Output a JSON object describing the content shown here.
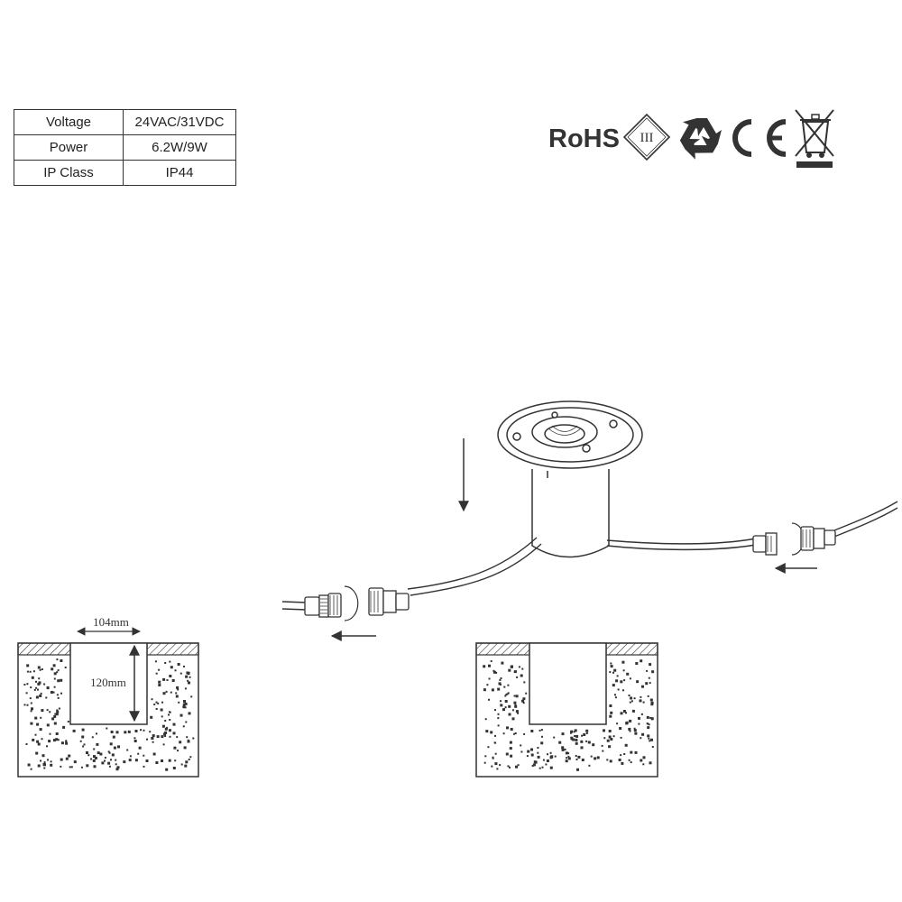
{
  "specs": {
    "rows": [
      {
        "key": "Voltage",
        "value": "24VAC/31VDC"
      },
      {
        "key": "Power",
        "value": "6.2W/9W"
      },
      {
        "key": "IP Class",
        "value": "IP44"
      }
    ]
  },
  "certifications": {
    "rohs": "RoHS",
    "class_iii": "III",
    "icons": [
      "rohs-logo",
      "class-iii-icon",
      "recycle-icon",
      "ce-mark-icon",
      "weee-bin-icon"
    ]
  },
  "dimensions": {
    "width": "104mm",
    "depth": "120mm"
  },
  "colors": {
    "line": "#333333",
    "background": "#ffffff"
  }
}
